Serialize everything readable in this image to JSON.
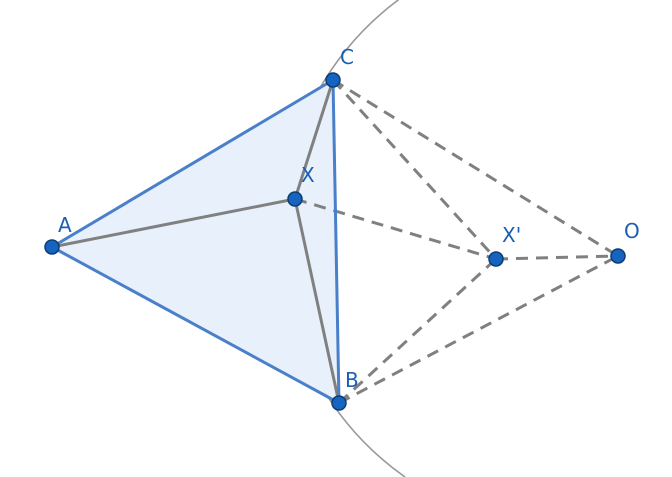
{
  "diagram": {
    "points": [
      {
        "id": "A",
        "label": "A"
      },
      {
        "id": "B",
        "label": "B"
      },
      {
        "id": "C",
        "label": "C"
      },
      {
        "id": "X",
        "label": "X"
      },
      {
        "id": "Xp",
        "label": "X'"
      },
      {
        "id": "O",
        "label": "O"
      }
    ],
    "triangle": [
      "A",
      "B",
      "C"
    ],
    "solid_segments": [
      [
        "A",
        "X"
      ],
      [
        "X",
        "C"
      ],
      [
        "X",
        "B"
      ]
    ],
    "dashed_segments": [
      [
        "C",
        "O"
      ],
      [
        "C",
        "Xp"
      ],
      [
        "B",
        "O"
      ],
      [
        "B",
        "Xp"
      ],
      [
        "X",
        "Xp"
      ],
      [
        "Xp",
        "O"
      ]
    ],
    "colors": {
      "triangle_fill": "#e8f0fb",
      "triangle_edge": "#4a7fc9",
      "segment": "#808080",
      "point_fill": "#1565c0",
      "label": "#1a5fb4"
    }
  }
}
